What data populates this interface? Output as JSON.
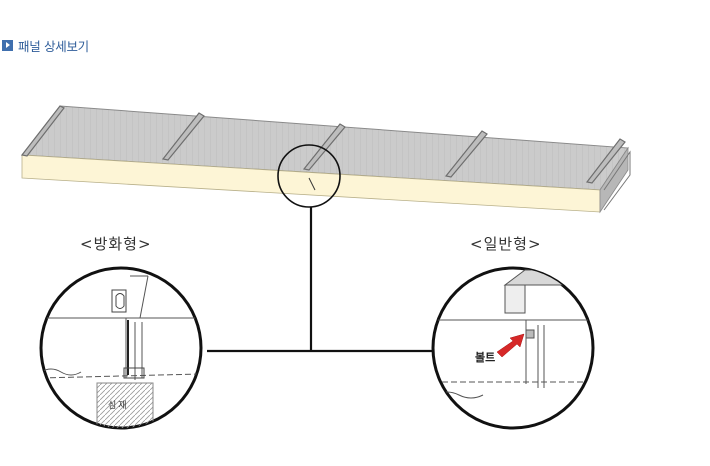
{
  "header": {
    "title": "패널 상세보기",
    "icon": "play-square-icon",
    "icon_color": "#3f6fae",
    "title_color": "#2f5d9a"
  },
  "details": {
    "fireproof_label": "<방화형>",
    "general_label": "<일반형>",
    "bolt_label": "볼트",
    "core_label": "심재"
  },
  "colors": {
    "panel_face": "#cfcfcf",
    "core_fill": "#fdf5d6",
    "arrow": "#d62828"
  }
}
